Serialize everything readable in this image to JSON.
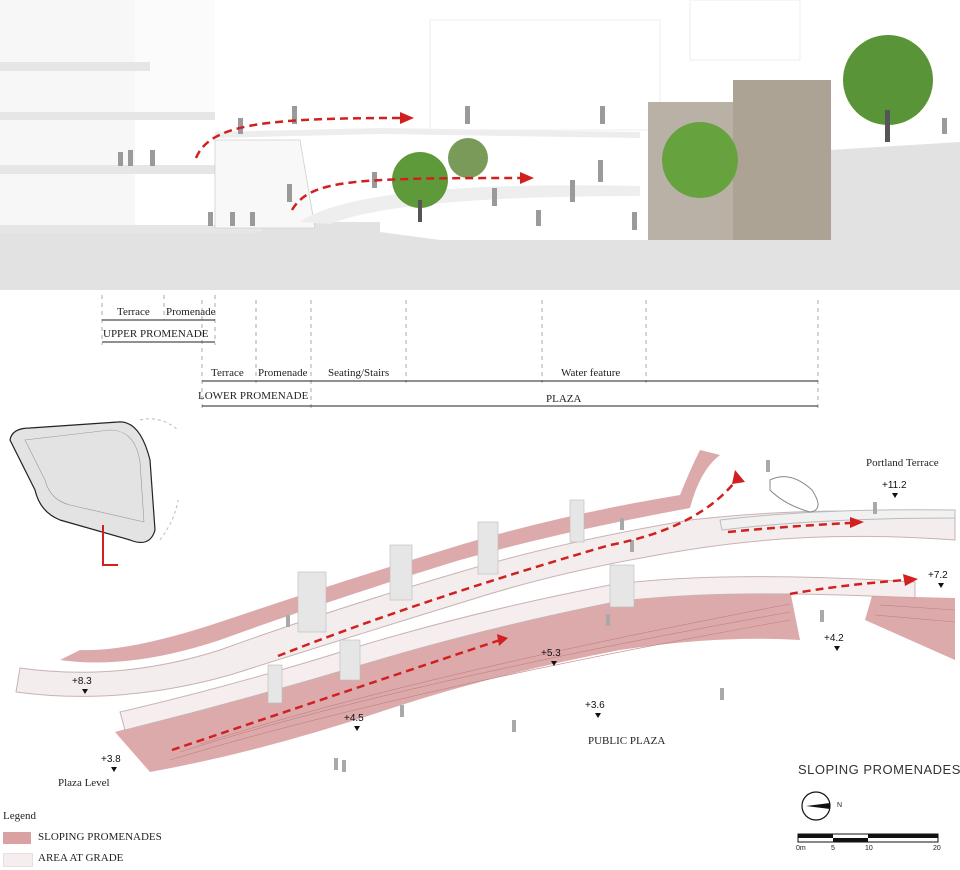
{
  "section": {
    "zones_upper": {
      "terrace": "Terrace",
      "promenade": "Promenade",
      "group": "UPPER PROMENADE"
    },
    "zones_lower": {
      "terrace": "Terrace",
      "promenade": "Promenade",
      "seating": "Seating/Stairs",
      "water": "Water feature",
      "group_lower": "LOWER PROMENADE",
      "group_plaza": "PLAZA"
    }
  },
  "plan": {
    "title": "SLOPING PROMENADES",
    "street_label": "Portland Terrace",
    "plaza_label": "PUBLIC PLAZA",
    "plaza_level_label": "Plaza Level",
    "elevations": [
      "+11.2",
      "+7.2",
      "+4.2",
      "+8.3",
      "+5.3",
      "+4.5",
      "+3.6",
      "+3.8"
    ]
  },
  "legend": {
    "title": "Legend",
    "items": [
      {
        "label": "SLOPING PROMENADES",
        "color": "#d9a1a2"
      },
      {
        "label": "AREA AT GRADE",
        "color": "#f6eeee"
      }
    ]
  },
  "scale_bar": {
    "ticks": [
      "0m",
      "5",
      "10",
      "20"
    ]
  },
  "north_arrow": {
    "label": "N"
  },
  "colors": {
    "arrow": "#d02020",
    "promenade": "#d9a1a2",
    "grade": "#f6eeee",
    "ground": "#e2e2e2"
  }
}
